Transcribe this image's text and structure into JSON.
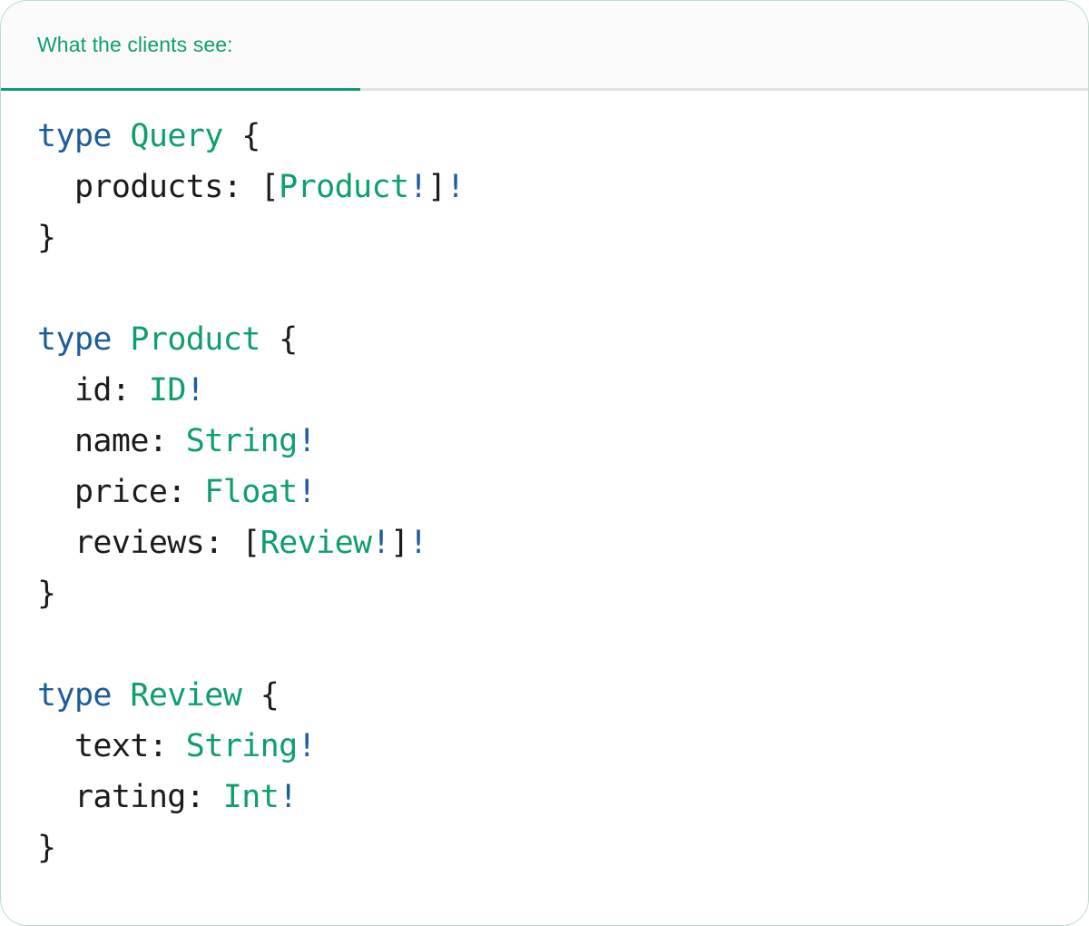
{
  "card": {
    "border_color": "#b9dcc9",
    "background": "#ffffff"
  },
  "header": {
    "active_tab_label": "What the clients see:",
    "accent_color": "#0e9e70",
    "underline_color": "#12987a",
    "background": "#fbfbfb",
    "divider_color": "#e4e4e4"
  },
  "code": {
    "language": "graphql",
    "theme": {
      "keyword_color": "#1c5d9e",
      "type_color": "#0e9e70",
      "bang_color": "#1c5d9e",
      "punctuation_color": "#1b1b1b",
      "field_color": "#1b1b1b",
      "background": "#ffffff"
    },
    "plain_text": "type Query {\n  products: [Product!]!\n}\n\ntype Product {\n  id: ID!\n  name: String!\n  price: Float!\n  reviews: [Review!]!\n}\n\ntype Review {\n  text: String!\n  rating: Int!\n}",
    "lines": [
      {
        "id": "line-1",
        "tokens": [
          {
            "text": "type",
            "kind": "kw"
          },
          {
            "text": " ",
            "kind": "plain"
          },
          {
            "text": "Query",
            "kind": "type"
          },
          {
            "text": " ",
            "kind": "plain"
          },
          {
            "text": "{",
            "kind": "punct"
          }
        ]
      },
      {
        "id": "line-2",
        "tokens": [
          {
            "text": "  ",
            "kind": "plain"
          },
          {
            "text": "products",
            "kind": "field"
          },
          {
            "text": ": ",
            "kind": "punct"
          },
          {
            "text": "[",
            "kind": "punct"
          },
          {
            "text": "Product",
            "kind": "type"
          },
          {
            "text": "!",
            "kind": "bang"
          },
          {
            "text": "]",
            "kind": "punct"
          },
          {
            "text": "!",
            "kind": "bang"
          }
        ]
      },
      {
        "id": "line-3",
        "tokens": [
          {
            "text": "}",
            "kind": "punct"
          }
        ]
      },
      {
        "id": "line-4",
        "tokens": []
      },
      {
        "id": "line-5",
        "tokens": [
          {
            "text": "type",
            "kind": "kw"
          },
          {
            "text": " ",
            "kind": "plain"
          },
          {
            "text": "Product",
            "kind": "type"
          },
          {
            "text": " ",
            "kind": "plain"
          },
          {
            "text": "{",
            "kind": "punct"
          }
        ]
      },
      {
        "id": "line-6",
        "tokens": [
          {
            "text": "  ",
            "kind": "plain"
          },
          {
            "text": "id",
            "kind": "field"
          },
          {
            "text": ": ",
            "kind": "punct"
          },
          {
            "text": "ID",
            "kind": "type"
          },
          {
            "text": "!",
            "kind": "bang"
          }
        ]
      },
      {
        "id": "line-7",
        "tokens": [
          {
            "text": "  ",
            "kind": "plain"
          },
          {
            "text": "name",
            "kind": "field"
          },
          {
            "text": ": ",
            "kind": "punct"
          },
          {
            "text": "String",
            "kind": "type"
          },
          {
            "text": "!",
            "kind": "bang"
          }
        ]
      },
      {
        "id": "line-8",
        "tokens": [
          {
            "text": "  ",
            "kind": "plain"
          },
          {
            "text": "price",
            "kind": "field"
          },
          {
            "text": ": ",
            "kind": "punct"
          },
          {
            "text": "Float",
            "kind": "type"
          },
          {
            "text": "!",
            "kind": "bang"
          }
        ]
      },
      {
        "id": "line-9",
        "tokens": [
          {
            "text": "  ",
            "kind": "plain"
          },
          {
            "text": "reviews",
            "kind": "field"
          },
          {
            "text": ": ",
            "kind": "punct"
          },
          {
            "text": "[",
            "kind": "punct"
          },
          {
            "text": "Review",
            "kind": "type"
          },
          {
            "text": "!",
            "kind": "bang"
          },
          {
            "text": "]",
            "kind": "punct"
          },
          {
            "text": "!",
            "kind": "bang"
          }
        ]
      },
      {
        "id": "line-10",
        "tokens": [
          {
            "text": "}",
            "kind": "punct"
          }
        ]
      },
      {
        "id": "line-11",
        "tokens": []
      },
      {
        "id": "line-12",
        "tokens": [
          {
            "text": "type",
            "kind": "kw"
          },
          {
            "text": " ",
            "kind": "plain"
          },
          {
            "text": "Review",
            "kind": "type"
          },
          {
            "text": " ",
            "kind": "plain"
          },
          {
            "text": "{",
            "kind": "punct"
          }
        ]
      },
      {
        "id": "line-13",
        "tokens": [
          {
            "text": "  ",
            "kind": "plain"
          },
          {
            "text": "text",
            "kind": "field"
          },
          {
            "text": ": ",
            "kind": "punct"
          },
          {
            "text": "String",
            "kind": "type"
          },
          {
            "text": "!",
            "kind": "bang"
          }
        ]
      },
      {
        "id": "line-14",
        "tokens": [
          {
            "text": "  ",
            "kind": "plain"
          },
          {
            "text": "rating",
            "kind": "field"
          },
          {
            "text": ": ",
            "kind": "punct"
          },
          {
            "text": "Int",
            "kind": "type"
          },
          {
            "text": "!",
            "kind": "bang"
          }
        ]
      },
      {
        "id": "line-15",
        "tokens": [
          {
            "text": "}",
            "kind": "punct"
          }
        ]
      }
    ]
  }
}
